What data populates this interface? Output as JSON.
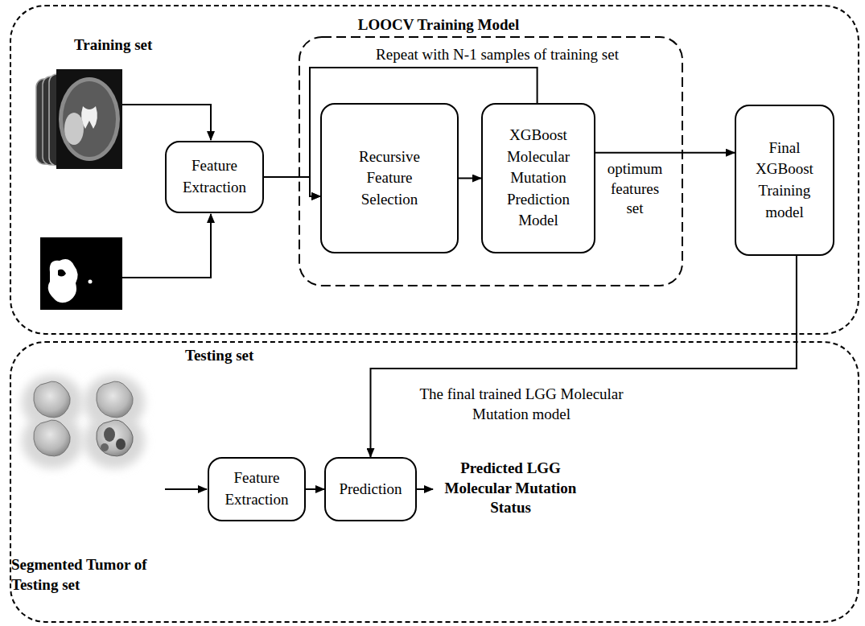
{
  "diagram": {
    "nodes": [
      {
        "text": [
          "LOOCV Training Model"
        ]
      },
      {
        "text": [
          "Feature Extraction"
        ],
        "in": 0
      },
      {
        "text": [
          "Recursive Feature Selection"
        ],
        "in": 0
      },
      {
        "text": [
          "XGBoost Molecular Mutation Prediction Model"
        ],
        "in": 0
      },
      {
        "text": [
          "Final XGBoost Training model"
        ],
        "in": 0
      },
      {
        "text": [
          "Testing set"
        ]
      },
      {
        "text": [
          "Feature Extraction"
        ],
        "in": 5
      },
      {
        "text": [
          "Prediction"
        ],
        "in": 5
      }
    ],
    "edges": [
      {
        "from": 1,
        "to": 2,
        "arrow": "to"
      },
      {
        "from": 2,
        "to": 3,
        "arrow": "to"
      },
      {
        "from": 3,
        "to": 2,
        "label": "Repeat with N-1 samples of training set",
        "arrow": "to"
      },
      {
        "from": 3,
        "to": 4,
        "label": "optimum features set",
        "arrow": "to"
      },
      {
        "from": 4,
        "to": 7,
        "label": "The final trained LGG Molecular Mutation model",
        "arrow": "to"
      },
      {
        "from": 6,
        "to": 7,
        "arrow": "to"
      }
    ],
    "labels": [
      "Training set",
      "Segmented Tumor of Testing set",
      "Predicted LGG Molecular Mutation Status"
    ]
  }
}
